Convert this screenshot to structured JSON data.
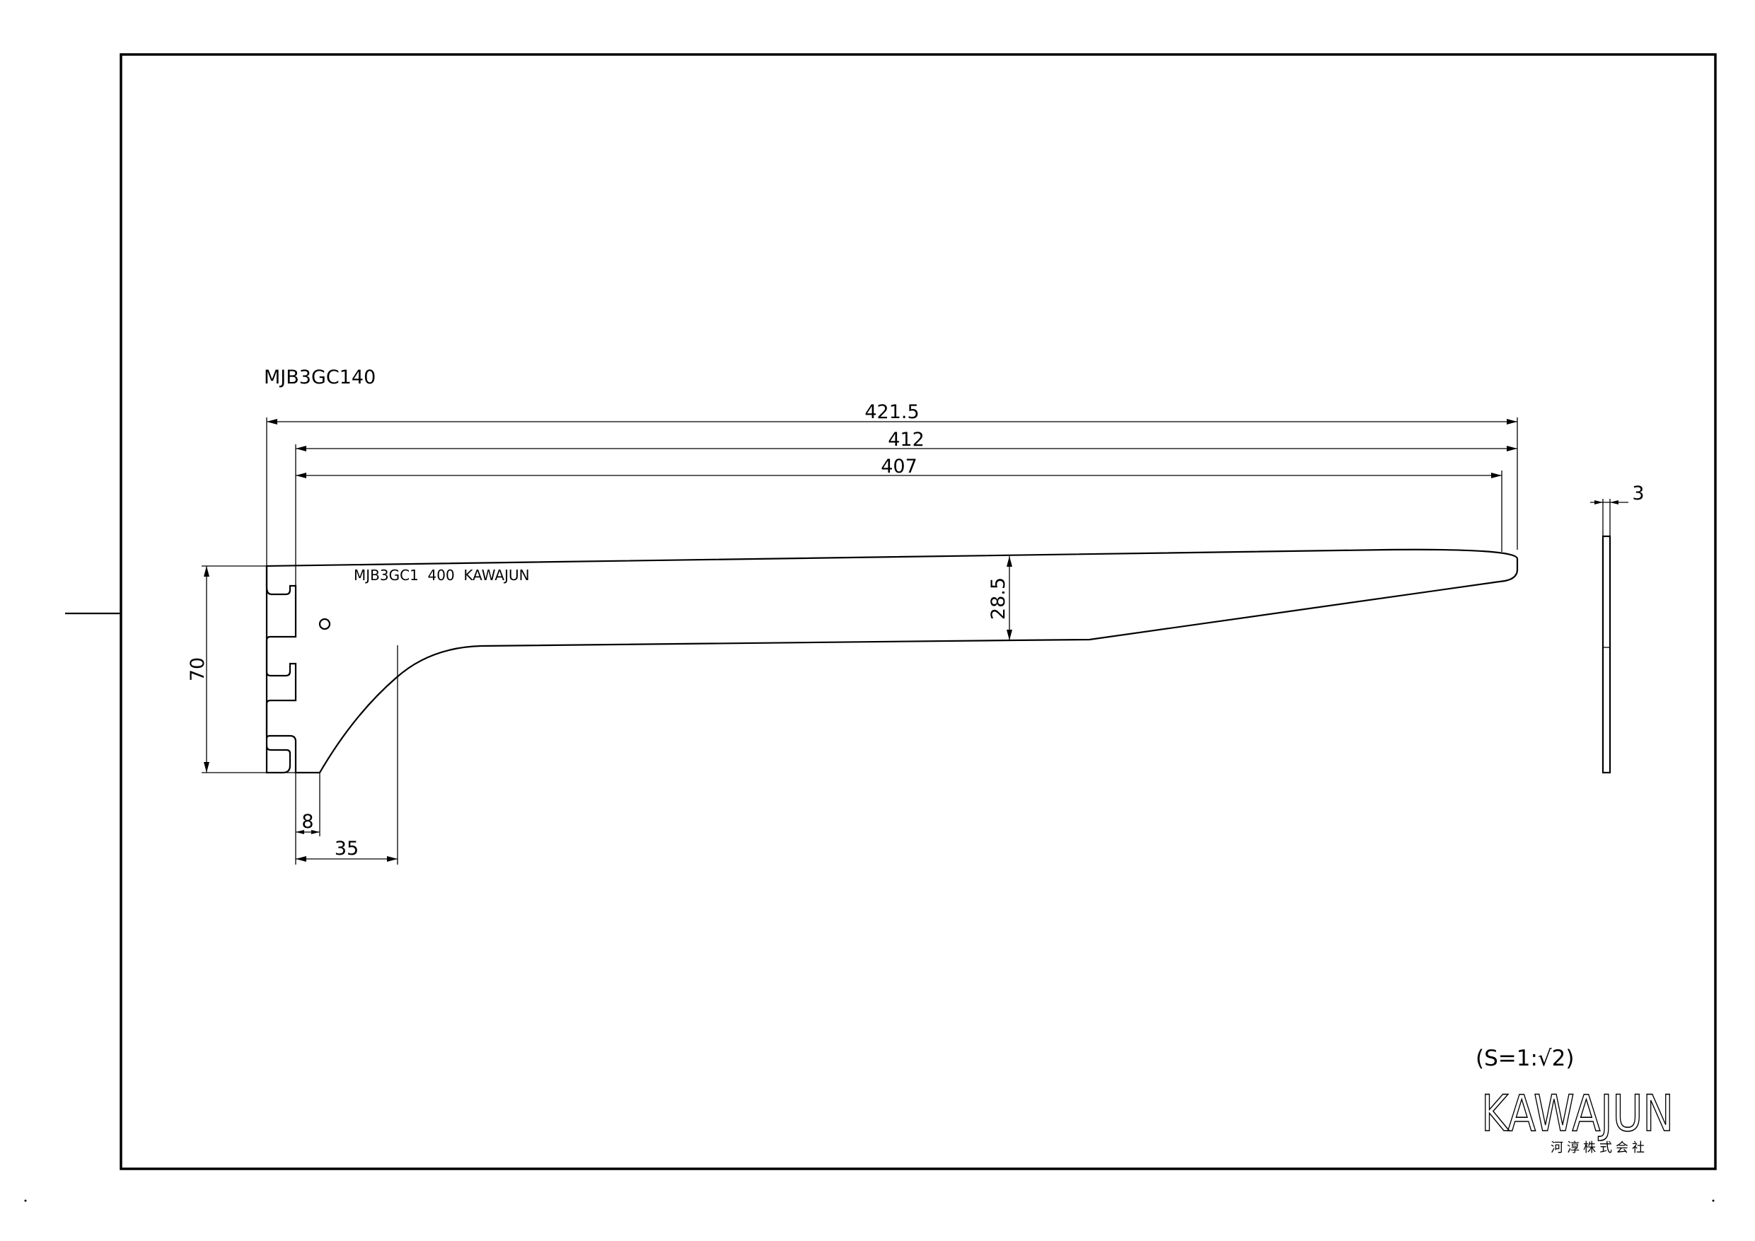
{
  "drawing": {
    "part_code": "MJB3GC140",
    "engraving": "MJB3GC1  400  KAWAJUN",
    "scale": "(S=1:√2)",
    "dimensions": {
      "total_length": "421.5",
      "arm_length": "412",
      "inner_length": "407",
      "arm_height": "28.5",
      "bracket_height": "70",
      "base_offset": "8",
      "curve_offset": "35",
      "thickness": "3"
    }
  },
  "brand": {
    "logo_text": "KAWAJUN",
    "company_name": "河淳株式会社"
  }
}
